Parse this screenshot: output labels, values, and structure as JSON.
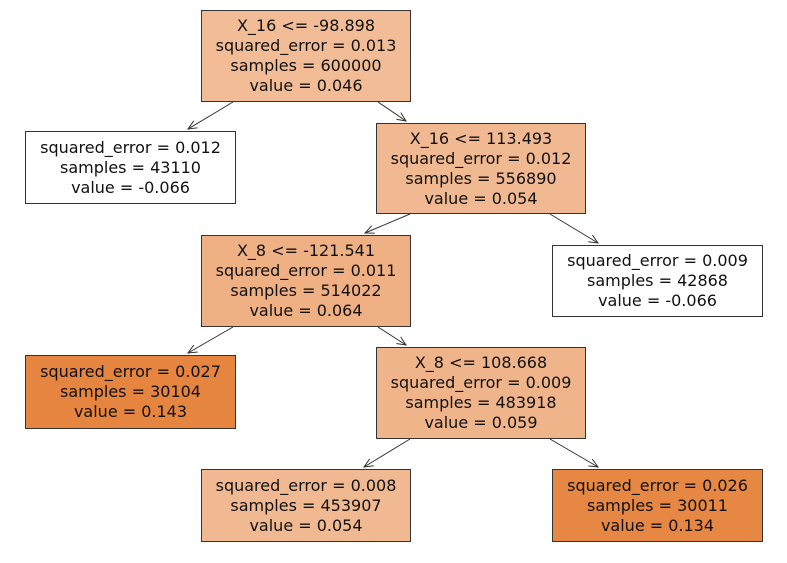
{
  "tree": {
    "nodes": [
      {
        "split": "X_16 <= -98.898",
        "error": "squared_error = 0.013",
        "samples": "samples = 600000",
        "value": "value = 0.046"
      },
      {
        "error": "squared_error = 0.012",
        "samples": "samples = 43110",
        "value": "value = -0.066"
      },
      {
        "split": "X_16 <= 113.493",
        "error": "squared_error = 0.012",
        "samples": "samples = 556890",
        "value": "value = 0.054"
      },
      {
        "split": "X_8 <= -121.541",
        "error": "squared_error = 0.011",
        "samples": "samples = 514022",
        "value": "value = 0.064"
      },
      {
        "error": "squared_error = 0.009",
        "samples": "samples = 42868",
        "value": "value = -0.066"
      },
      {
        "error": "squared_error = 0.027",
        "samples": "samples = 30104",
        "value": "value = 0.143"
      },
      {
        "split": "X_8 <= 108.668",
        "error": "squared_error = 0.009",
        "samples": "samples = 483918",
        "value": "value = 0.059"
      },
      {
        "error": "squared_error = 0.008",
        "samples": "samples = 453907",
        "value": "value = 0.054"
      },
      {
        "error": "squared_error = 0.026",
        "samples": "samples = 30011",
        "value": "value = 0.134"
      }
    ],
    "edges": [
      [
        0,
        1
      ],
      [
        0,
        2
      ],
      [
        2,
        3
      ],
      [
        2,
        4
      ],
      [
        3,
        5
      ],
      [
        3,
        6
      ],
      [
        6,
        7
      ],
      [
        6,
        8
      ]
    ],
    "colors": {
      "low": "#ffffff",
      "high": "#e58139",
      "border": "#333333"
    }
  }
}
